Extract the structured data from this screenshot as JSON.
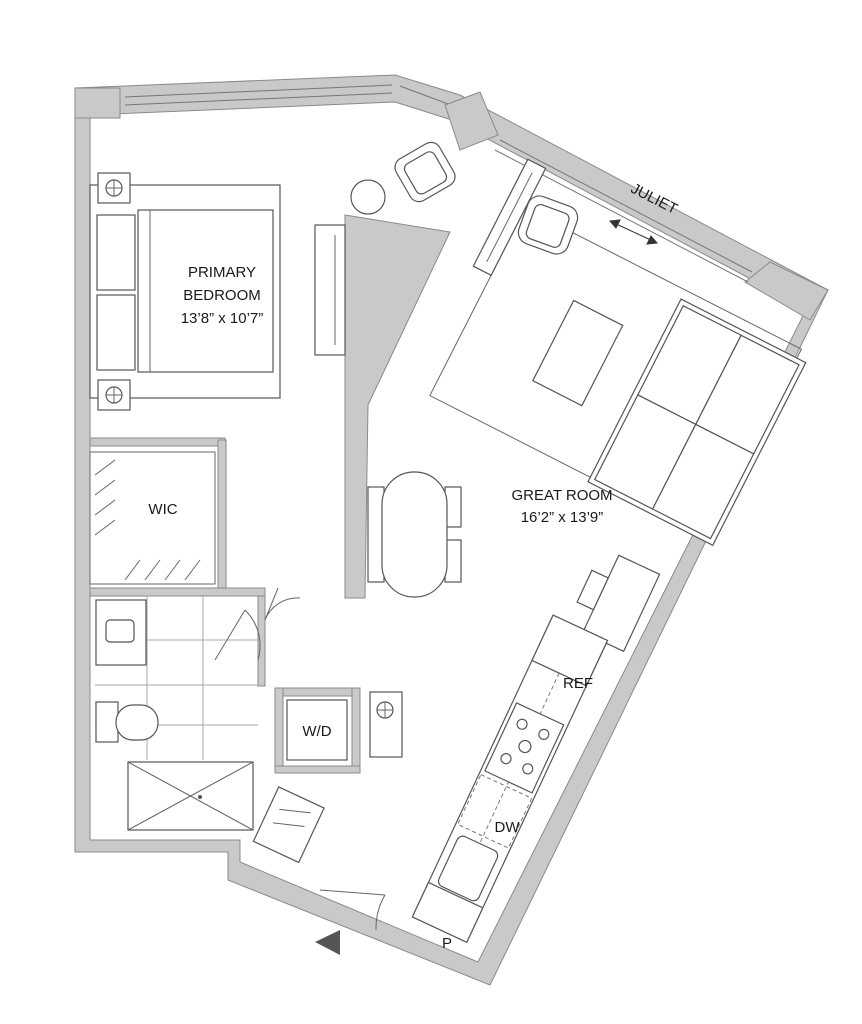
{
  "rooms": {
    "bedroom": {
      "name_line1": "PRIMARY",
      "name_line2": "BEDROOM",
      "dims": "13’8” x 10’7”"
    },
    "wic": {
      "name": "WIC"
    },
    "great_room": {
      "name": "GREAT ROOM",
      "dims": "16’2” x 13’9”"
    }
  },
  "labels": {
    "juliet": "JULIET",
    "ref": "REF",
    "wd": "W/D",
    "dw": "DW",
    "pantry": "P"
  },
  "colors": {
    "wall": "#c9c9c9",
    "line": "#555555",
    "entry_marker": "#555555"
  }
}
